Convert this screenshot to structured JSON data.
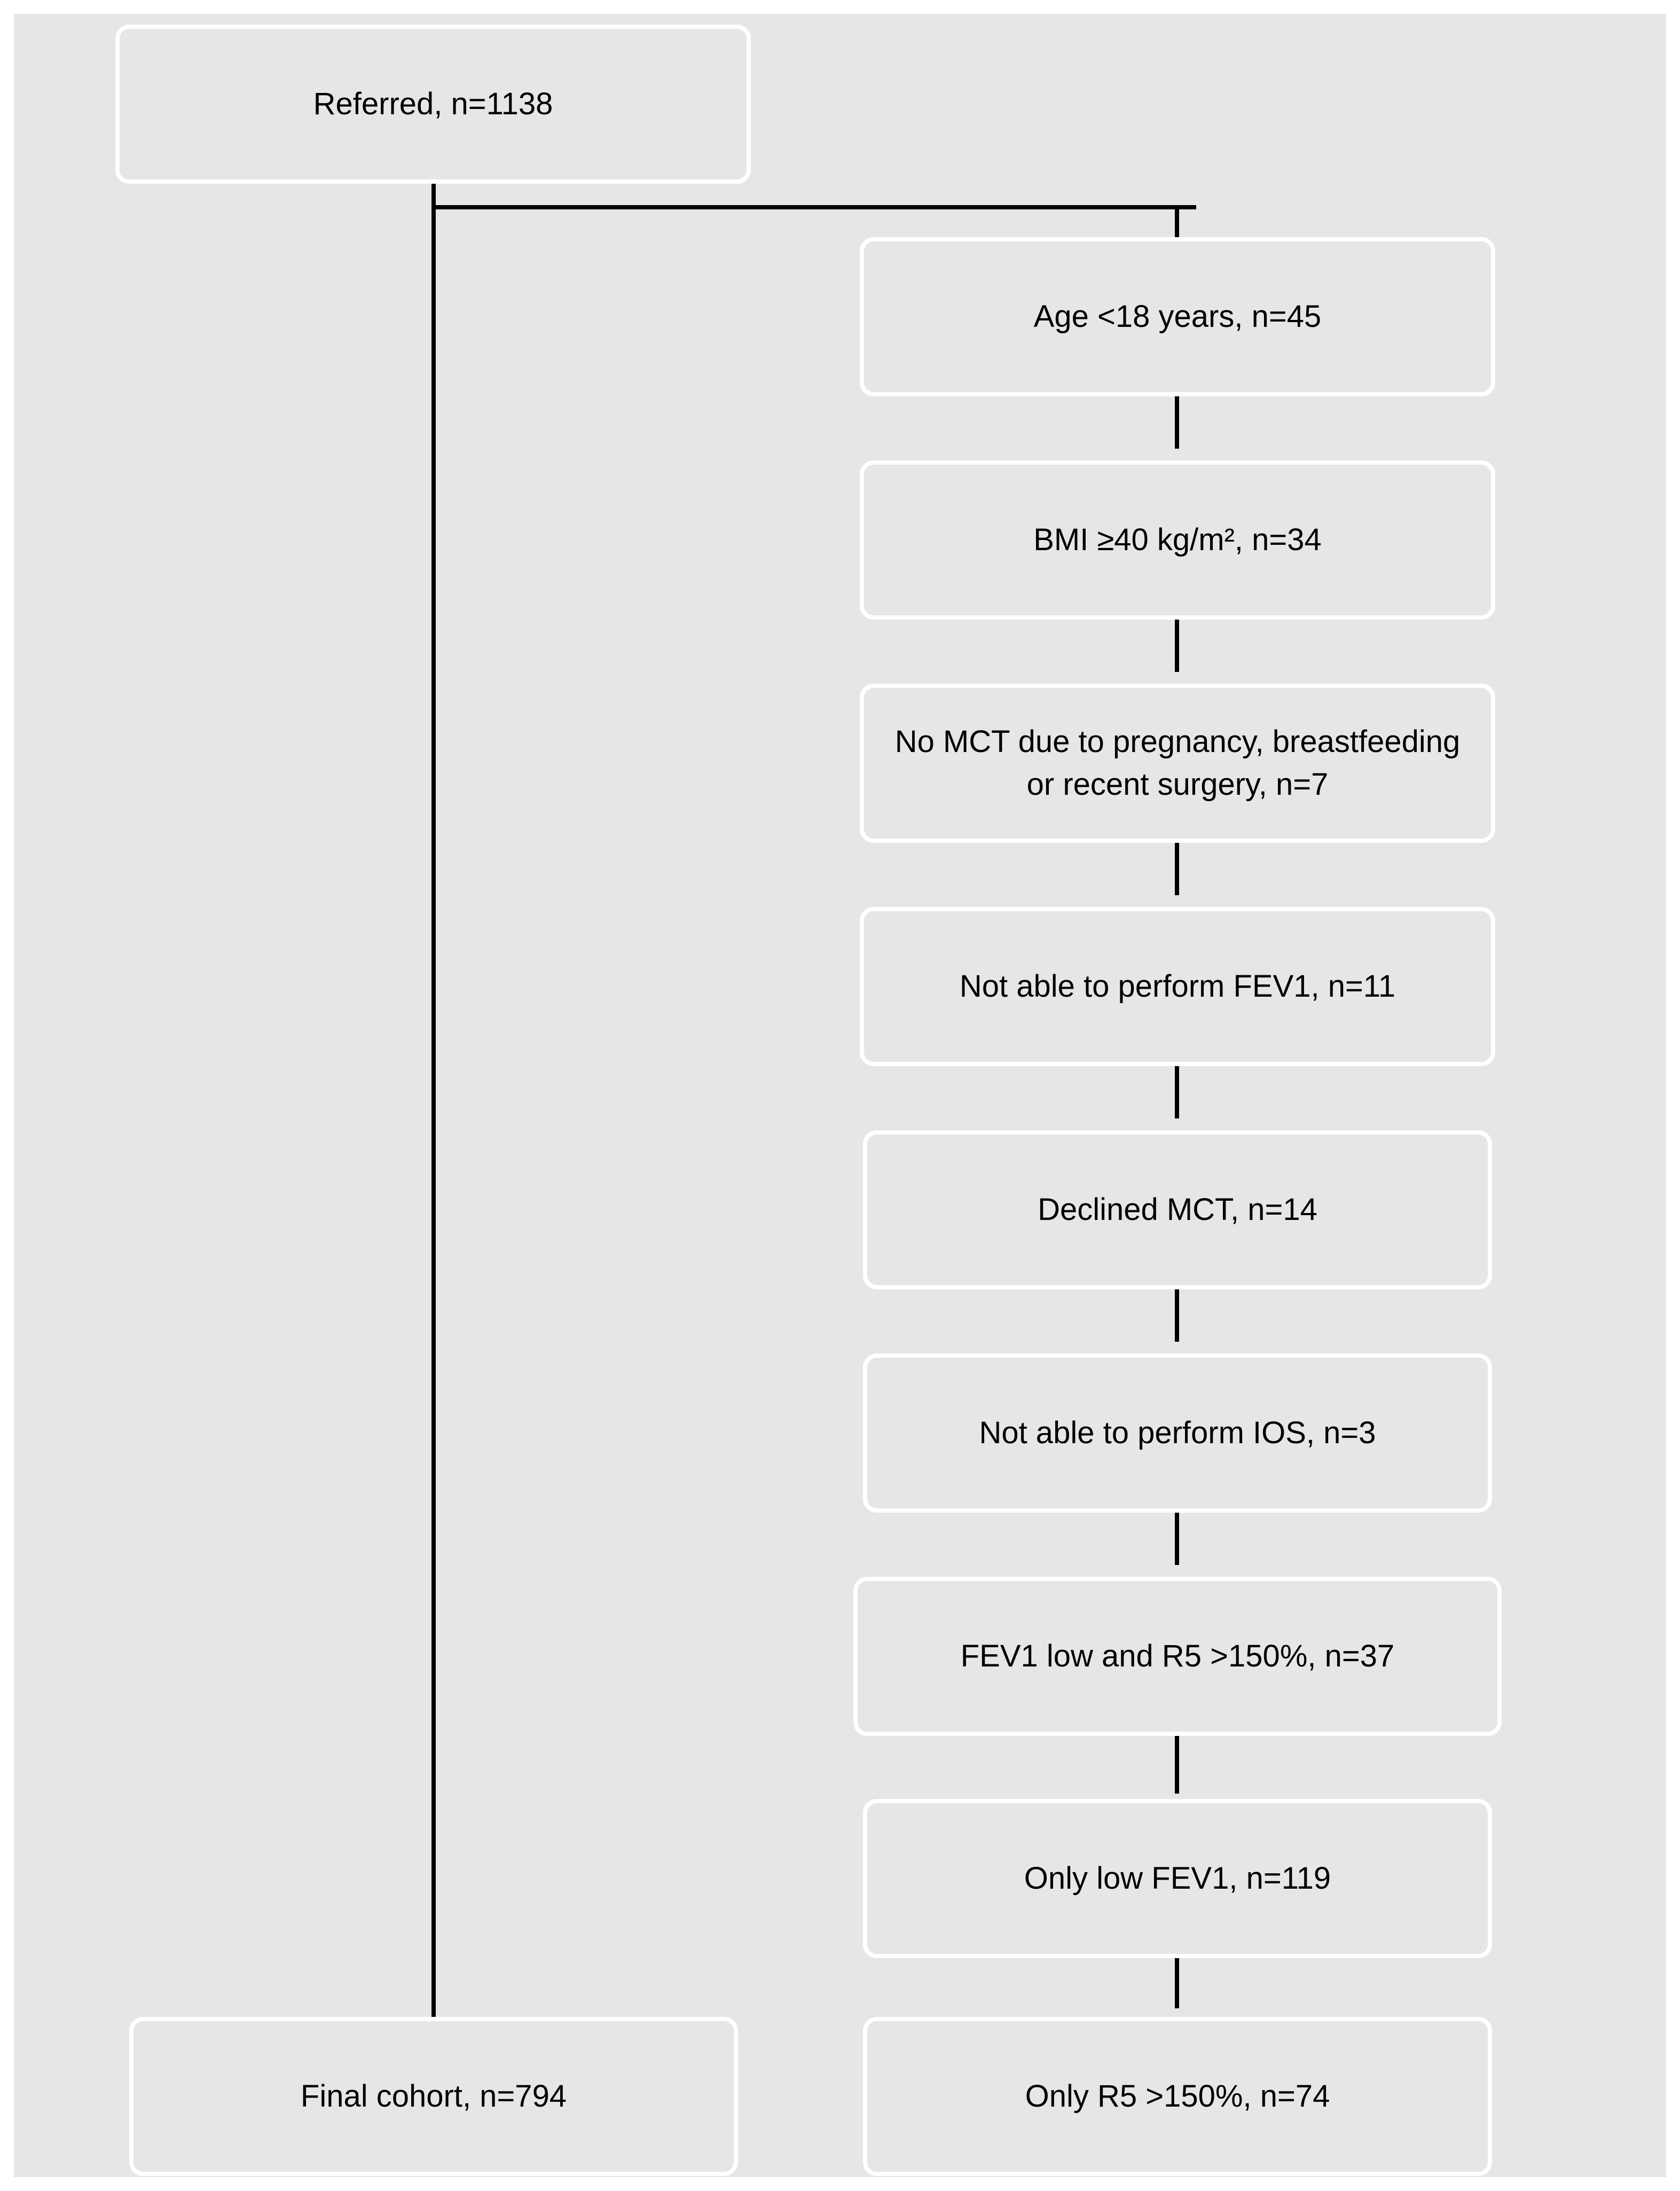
{
  "flowchart": {
    "referred": "Referred, n=1138",
    "exclusions": [
      "Age <18 years, n=45",
      "BMI ≥40 kg/m², n=34",
      "No MCT due to pregnancy, breastfeeding or recent surgery, n=7",
      "Not able to perform  FEV1, n=11",
      "Declined MCT, n=14",
      "Not able to perform IOS, n=3",
      "FEV1 low and R5 >150%, n=37",
      "Only low FEV1, n=119",
      "Only R5 >150%, n=74"
    ],
    "final_cohort": "Final cohort, n=794"
  }
}
